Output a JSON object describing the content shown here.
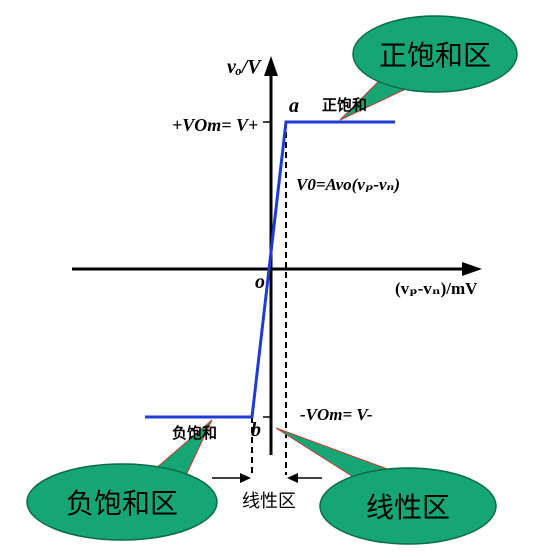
{
  "diagram": {
    "y_axis_label": "vₒ/V",
    "x_axis_label": "(vₚ-vₙ)/mV",
    "origin_label": "o",
    "point_a_label": "a",
    "point_b_label": "b",
    "pos_sat_value": "+VOm= V+",
    "neg_sat_value": "-VOm= V-",
    "linear_formula": "V0=Avo(vₚ-vₙ)",
    "pos_sat_inline": "正饱和",
    "neg_sat_inline": "负饱和",
    "linear_region_label": "线性区"
  },
  "callouts": {
    "positive_saturation": "正饱和区",
    "negative_saturation": "负饱和区",
    "linear_region": "线性区"
  },
  "colors": {
    "transfer_curve": "#1f3bd6",
    "callout_fill": "#16a676",
    "callout_pointer": "#c0392b"
  }
}
